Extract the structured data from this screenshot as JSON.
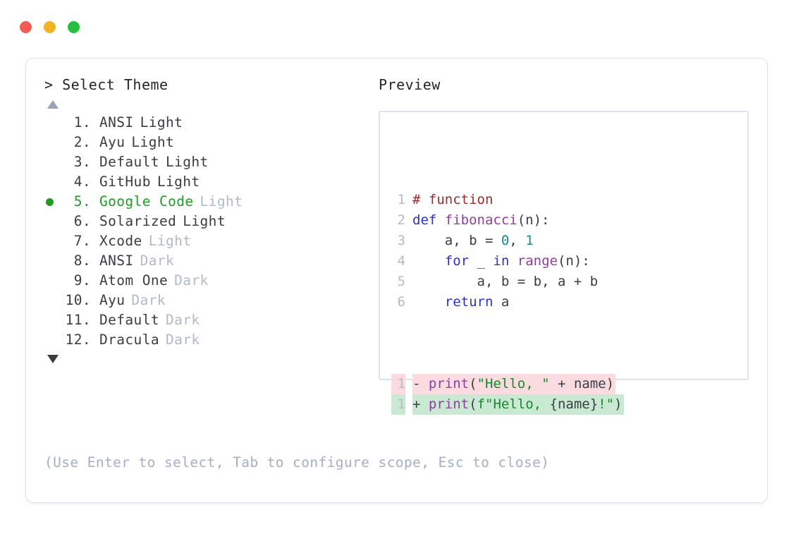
{
  "window": {
    "dots": [
      {
        "name": "close",
        "color": "#f25c54"
      },
      {
        "name": "minimize",
        "color": "#f5b324"
      },
      {
        "name": "zoom",
        "color": "#26c040"
      }
    ]
  },
  "picker": {
    "prompt": "> Select Theme",
    "scroll_up_indicator": "▲",
    "scroll_down_indicator": "▼",
    "selected_index": 5,
    "selection_bullet": "●",
    "accent_color": "#1d9e22",
    "items": [
      {
        "index": "1.",
        "name": "ANSI",
        "suffix": "Light",
        "suffix_muted": false,
        "selected": false
      },
      {
        "index": "2.",
        "name": "Ayu",
        "suffix": "Light",
        "suffix_muted": false,
        "selected": false
      },
      {
        "index": "3.",
        "name": "Default",
        "suffix": "Light",
        "suffix_muted": false,
        "selected": false
      },
      {
        "index": "4.",
        "name": "GitHub",
        "suffix": "Light",
        "suffix_muted": false,
        "selected": false
      },
      {
        "index": "5.",
        "name": "Google Code",
        "suffix": "Light",
        "suffix_muted": true,
        "selected": true
      },
      {
        "index": "6.",
        "name": "Solarized",
        "suffix": "Light",
        "suffix_muted": false,
        "selected": false
      },
      {
        "index": "7.",
        "name": "Xcode",
        "suffix": "Light",
        "suffix_muted": true,
        "selected": false
      },
      {
        "index": "8.",
        "name": "ANSI",
        "suffix": "Dark",
        "suffix_muted": true,
        "selected": false
      },
      {
        "index": "9.",
        "name": "Atom One",
        "suffix": "Dark",
        "suffix_muted": true,
        "selected": false
      },
      {
        "index": "10.",
        "name": "Ayu",
        "suffix": "Dark",
        "suffix_muted": true,
        "selected": false
      },
      {
        "index": "11.",
        "name": "Default",
        "suffix": "Dark",
        "suffix_muted": true,
        "selected": false
      },
      {
        "index": "12.",
        "name": "Dracula",
        "suffix": "Dark",
        "suffix_muted": true,
        "selected": false
      }
    ]
  },
  "preview": {
    "label": "Preview",
    "code_lines": [
      {
        "no": "1",
        "tokens": [
          {
            "t": "# function",
            "c": "comment"
          }
        ]
      },
      {
        "no": "2",
        "tokens": [
          {
            "t": "def ",
            "c": "kw"
          },
          {
            "t": "fibonacci",
            "c": "fn"
          },
          {
            "t": "(n):",
            "c": "punct"
          }
        ]
      },
      {
        "no": "3",
        "tokens": [
          {
            "t": "    a, b = ",
            "c": "plain"
          },
          {
            "t": "0",
            "c": "num"
          },
          {
            "t": ", ",
            "c": "plain"
          },
          {
            "t": "1",
            "c": "num"
          }
        ]
      },
      {
        "no": "4",
        "tokens": [
          {
            "t": "    ",
            "c": "plain"
          },
          {
            "t": "for",
            "c": "kw"
          },
          {
            "t": " _ ",
            "c": "plain"
          },
          {
            "t": "in",
            "c": "kw"
          },
          {
            "t": " ",
            "c": "plain"
          },
          {
            "t": "range",
            "c": "fn"
          },
          {
            "t": "(n):",
            "c": "punct"
          }
        ]
      },
      {
        "no": "5",
        "tokens": [
          {
            "t": "        a, b = b, a + b",
            "c": "plain"
          }
        ]
      },
      {
        "no": "6",
        "tokens": [
          {
            "t": "    ",
            "c": "plain"
          },
          {
            "t": "return",
            "c": "kw"
          },
          {
            "t": " a",
            "c": "plain"
          }
        ]
      }
    ],
    "diff_lines": [
      {
        "no": "1",
        "kind": "del",
        "mark": "-",
        "bg": "#fadce0",
        "tokens": [
          {
            "t": "print",
            "c": "fn"
          },
          {
            "t": "(",
            "c": "punct"
          },
          {
            "t": "\"Hello, \"",
            "c": "str"
          },
          {
            "t": " + name)",
            "c": "plain"
          }
        ]
      },
      {
        "no": "1",
        "kind": "add",
        "mark": "+",
        "bg": "#c9e9d3",
        "tokens": [
          {
            "t": "print",
            "c": "fn"
          },
          {
            "t": "(",
            "c": "punct"
          },
          {
            "t": "f\"Hello, ",
            "c": "str"
          },
          {
            "t": "{name}",
            "c": "plain"
          },
          {
            "t": "!\"",
            "c": "str"
          },
          {
            "t": ")",
            "c": "punct"
          }
        ]
      }
    ]
  },
  "footer": {
    "hint": "(Use Enter to select, Tab to configure scope, Esc to close)"
  }
}
